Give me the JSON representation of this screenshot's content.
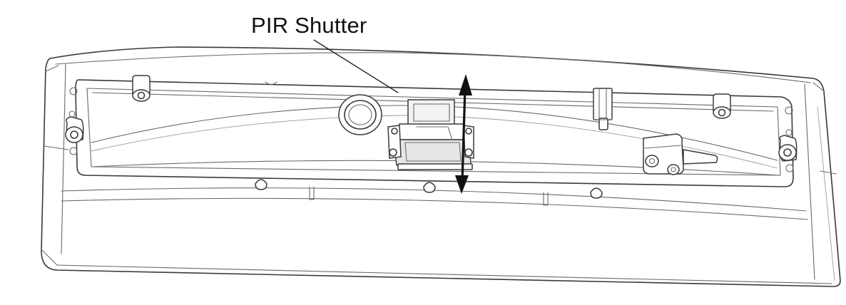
{
  "diagram": {
    "label": "PIR Shutter",
    "colors": {
      "line": "#3a3a3a",
      "text": "#111111",
      "arrow": "#111111",
      "background": "#ffffff"
    },
    "arrow": {
      "direction": "vertical",
      "style": "double-headed"
    }
  }
}
